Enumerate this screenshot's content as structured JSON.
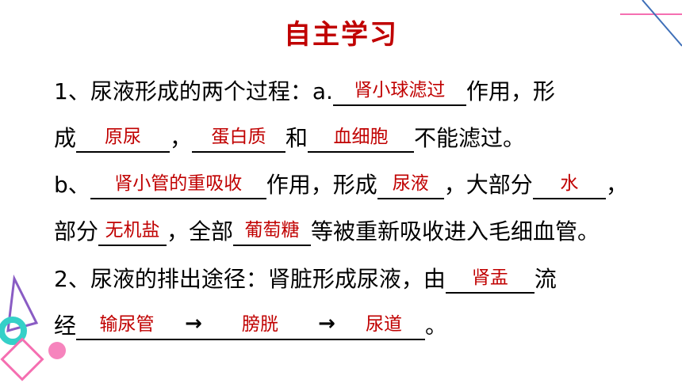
{
  "title": "自主学习",
  "line1": {
    "prefix": "1、尿液形成的两个过程：a.",
    "answer_a": "肾小球滤过",
    "suffix": "作用，形"
  },
  "line2": {
    "prefix": "成",
    "ans1": "原尿",
    "sep1": "，",
    "ans2": "蛋白质",
    "sep2": "和",
    "ans3": "血细胞",
    "suffix": "不能滤过。"
  },
  "line3": {
    "prefix": "b、",
    "ans1": "肾小管的重吸收",
    "mid1": "作用，形成",
    "ans2": "尿液",
    "mid2": "，大部分",
    "ans3": "水",
    "suffix": "，"
  },
  "line4": {
    "prefix": "部分",
    "ans1": "无机盐",
    "mid1": "，全部",
    "ans2": "葡萄糖",
    "suffix": "等被重新吸收进入毛细血管。"
  },
  "line5": {
    "prefix": "2、尿液的排出途径：肾脏形成尿液，由",
    "ans1": "肾盂",
    "suffix": "流"
  },
  "line6": {
    "prefix": "经",
    "ans1": "输尿管",
    "arrow1": "→",
    "ans2": "膀胱",
    "arrow2": "→",
    "ans3": "尿道",
    "suffix": "。"
  },
  "colors": {
    "answer": "#c00000",
    "text": "#000000",
    "deco_pink": "#f56fb1",
    "deco_blue": "#3e6fb8",
    "deco_cyan": "#35d0c8",
    "deco_purple": "#8a5cc4"
  }
}
